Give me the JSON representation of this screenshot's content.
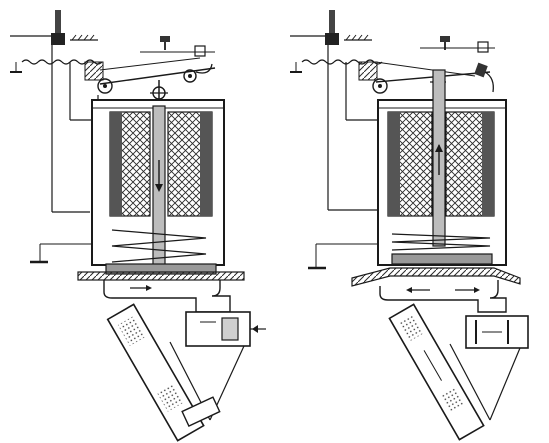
{
  "figure": {
    "panels": [
      {
        "id": "left",
        "state": "plunger-down"
      },
      {
        "id": "right",
        "state": "plunger-up"
      }
    ]
  },
  "colors": {
    "ink": "#1a1a1a",
    "paper": "#ffffff",
    "hatch": "#2a2a2a",
    "shade": "#8c8c8c"
  }
}
